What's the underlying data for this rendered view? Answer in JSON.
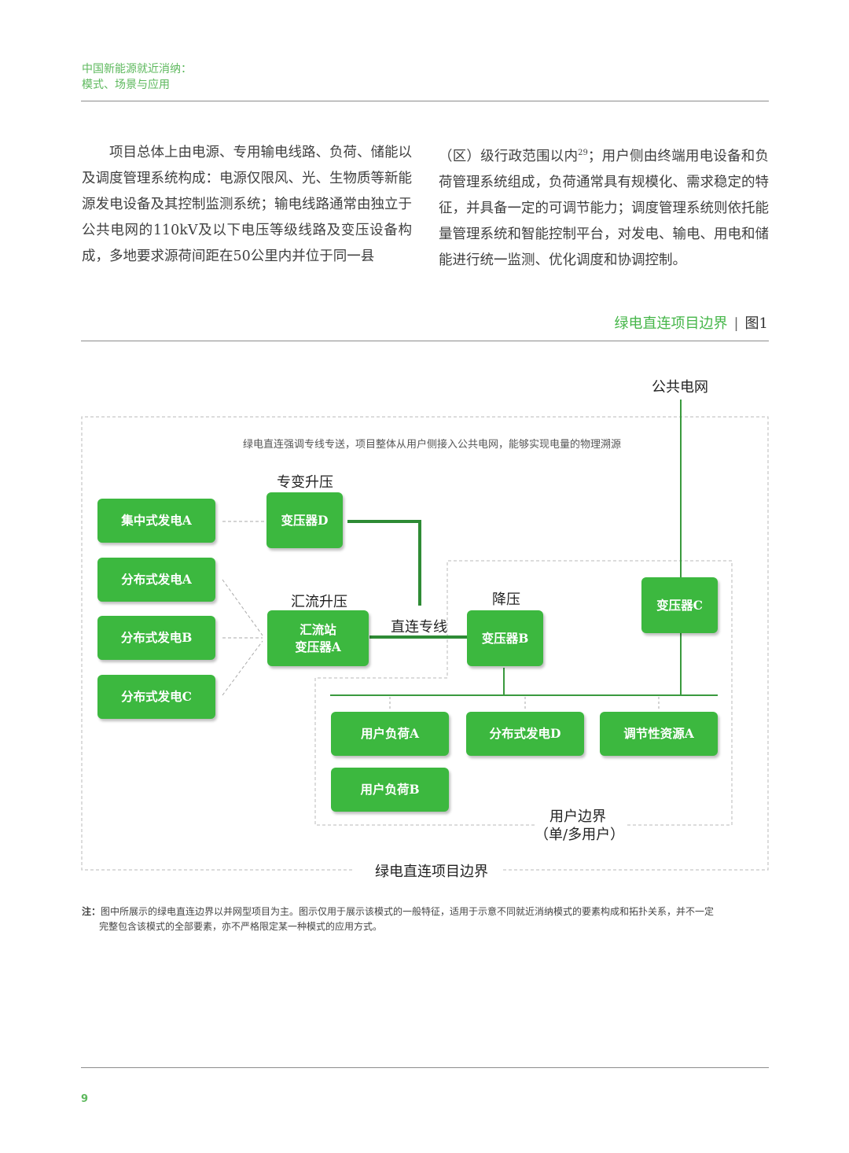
{
  "header": {
    "line1": "中国新能源就近消纳：",
    "line2": "模式、场景与应用"
  },
  "body_text": {
    "col1": "项目总体上由电源、专用输电线路、负荷、储能以及调度管理系统构成：电源仅限风、光、生物质等新能源发电设备及其控制监测系统；输电线路通常由独立于公共电网的110kV及以下电压等级线路及变压设备构成，多地要求源荷间距在50公里内并位于同一县",
    "col2_prefix": "（区）级行政范围以内",
    "col2_sup": "29",
    "col2_rest": "；用户侧由终端用电设备和负荷管理系统组成，负荷通常具有规模化、需求稳定的特征，并具备一定的可调节能力；调度管理系统则依托能量管理系统和智能控制平台，对发电、输电、用电和储能进行统一监测、优化调度和协调控制。"
  },
  "figure": {
    "title": "绿电直连项目边界",
    "separator": "|",
    "number": "图1"
  },
  "diagram": {
    "public_grid": "公共电网",
    "top_note": "绿电直连强调专线专送，项目整体从用户侧接入公共电网，能够实现电量的物理溯源",
    "label_dedicated_stepup": "专变升压",
    "label_converge_stepup": "汇流升压",
    "label_direct_line": "直连专线",
    "label_stepdown": "降压",
    "box_central_gen_a": "集中式发电A",
    "box_transformer_d": "变压器D",
    "box_dist_gen_a": "分布式发电A",
    "box_dist_gen_b": "分布式发电B",
    "box_dist_gen_c": "分布式发电C",
    "box_station_line1": "汇流站",
    "box_station_line2": "变压器A",
    "box_transformer_b": "变压器B",
    "box_transformer_c": "变压器C",
    "box_user_load_a": "用户负荷A",
    "box_dist_gen_d": "分布式发电D",
    "box_adjustable_a": "调节性资源A",
    "box_user_load_b": "用户负荷B",
    "user_boundary_line1": "用户边界",
    "user_boundary_line2": "（单/多用户）",
    "project_boundary": "绿电直连项目边界",
    "colors": {
      "box": "#3cb83f",
      "line": "#2e8b35",
      "dashed": "#b0b0b0"
    }
  },
  "note": {
    "label": "注：",
    "line1": "图中所展示的绿电直连边界以并网型项目为主。图示仅用于展示该模式的一般特征，适用于示意不同就近消纳模式的要素构成和拓扑关系，并不一定",
    "line2": "完整包含该模式的全部要素，亦不严格限定某一种模式的应用方式。"
  },
  "page_number": "9"
}
